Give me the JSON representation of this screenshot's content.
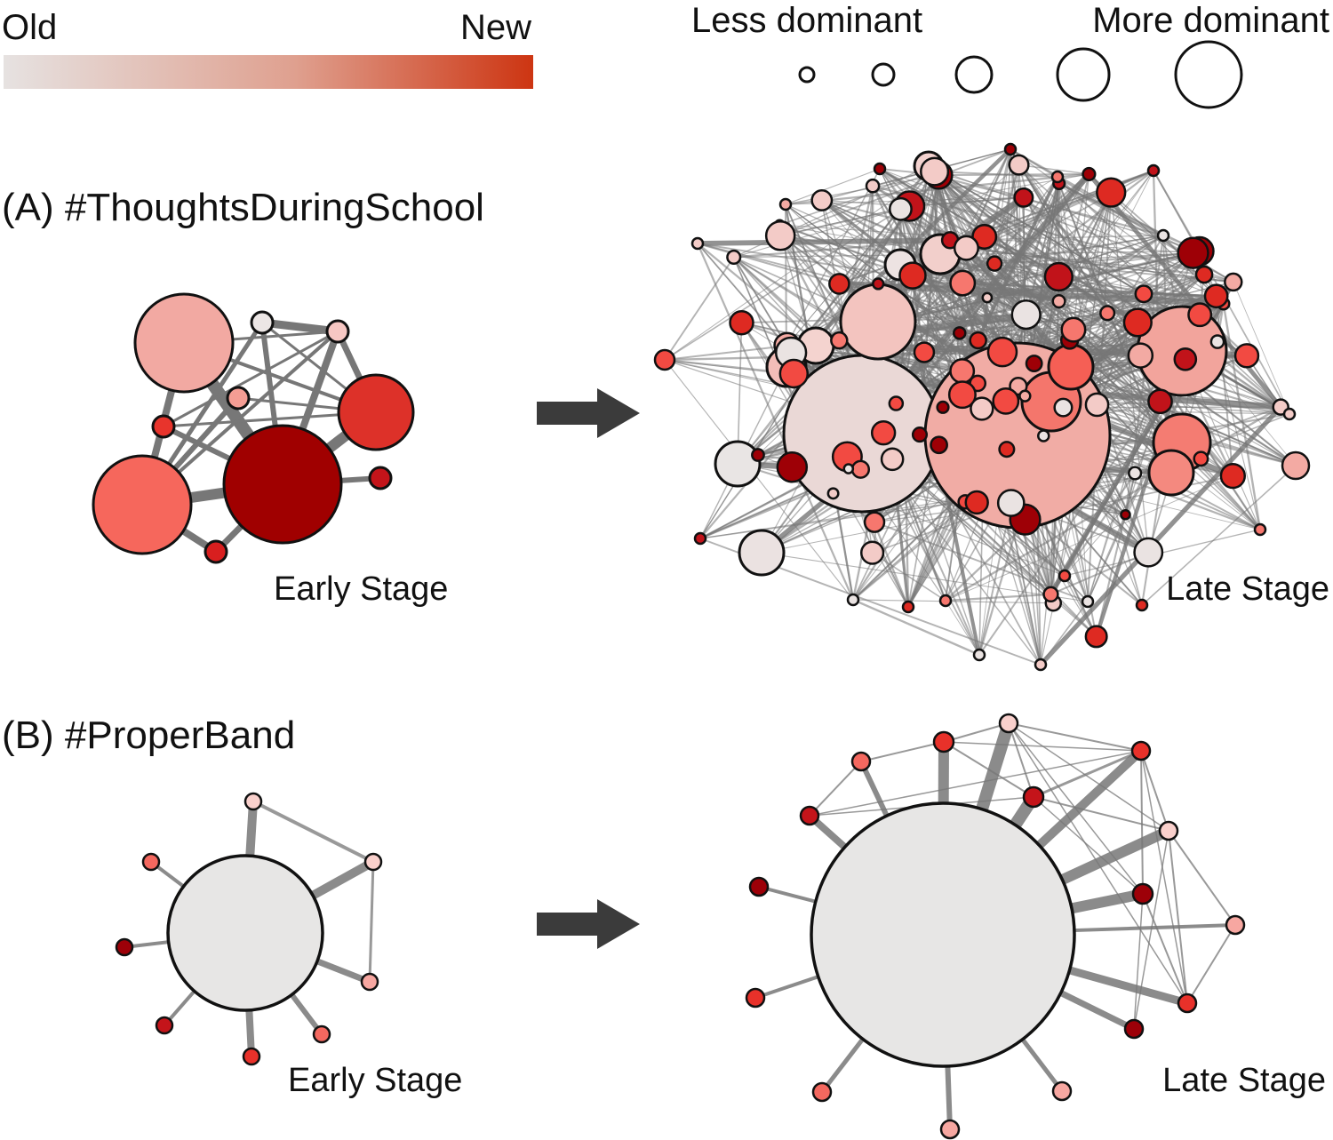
{
  "legend": {
    "age_scale": {
      "old_label": "Old",
      "new_label": "New",
      "old_color": "#e6e2e1",
      "new_color": "#cd3512"
    },
    "dominance_scale": {
      "less_label": "Less dominant",
      "more_label": "More dominant",
      "steps": 5
    }
  },
  "panels": [
    {
      "id": "A",
      "title": "(A) #ThoughtsDuringSchool",
      "early_label": "Early Stage",
      "late_label": "Late Stage",
      "early_color": "#f4aca6",
      "late_color": "#f3b2ab"
    },
    {
      "id": "B",
      "title": "(B) #ProperBand",
      "early_label": "Early Stage",
      "late_label": "Late Stage",
      "hub_color": "#e7e6e5",
      "spoke_colors": [
        "#f9d0cc",
        "#f7a7a1",
        "#f4685f",
        "#e8312a",
        "#c4141a",
        "#9d0008"
      ]
    }
  ],
  "palette": {
    "node_colors": [
      "#eae3e2",
      "#f3cbc7",
      "#f3aaa3",
      "#f6776e",
      "#f24a42",
      "#de2a22",
      "#c1131a",
      "#9e0006"
    ],
    "edge_color": "#777777",
    "arrow_color": "#3b3b3b"
  }
}
